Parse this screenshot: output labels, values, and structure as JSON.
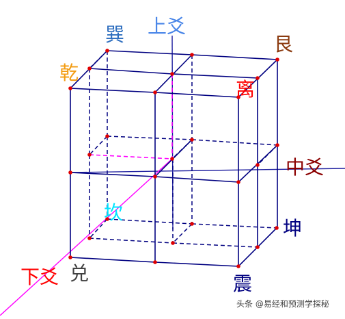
{
  "diagram": {
    "labels": {
      "shang_yao": "上爻",
      "zhong_yao": "中爻",
      "xia_yao": "下爻",
      "qian": "乾",
      "xun": "巽",
      "gen": "艮",
      "li": "离",
      "kan": "坎",
      "kun": "坤",
      "zhen": "震",
      "dui": "兑"
    },
    "colors": {
      "cube": "#000080",
      "shang_yao": "#4a86e8",
      "zhong_yao": "#8b0000",
      "xia_yao": "#ff0000",
      "qian": "#f39c12",
      "xun": "#2f6fbf",
      "gen": "#8b3a0f",
      "li": "#ff0000",
      "kan": "#00e5ff",
      "kun": "#000080",
      "zhen": "#000080",
      "dui": "#404040",
      "vertex": "#e00000",
      "magenta": "#ff00ff",
      "axis_blue": "#2020a0"
    }
  },
  "watermark": {
    "text": "头条 @易经和预测学探秘"
  }
}
